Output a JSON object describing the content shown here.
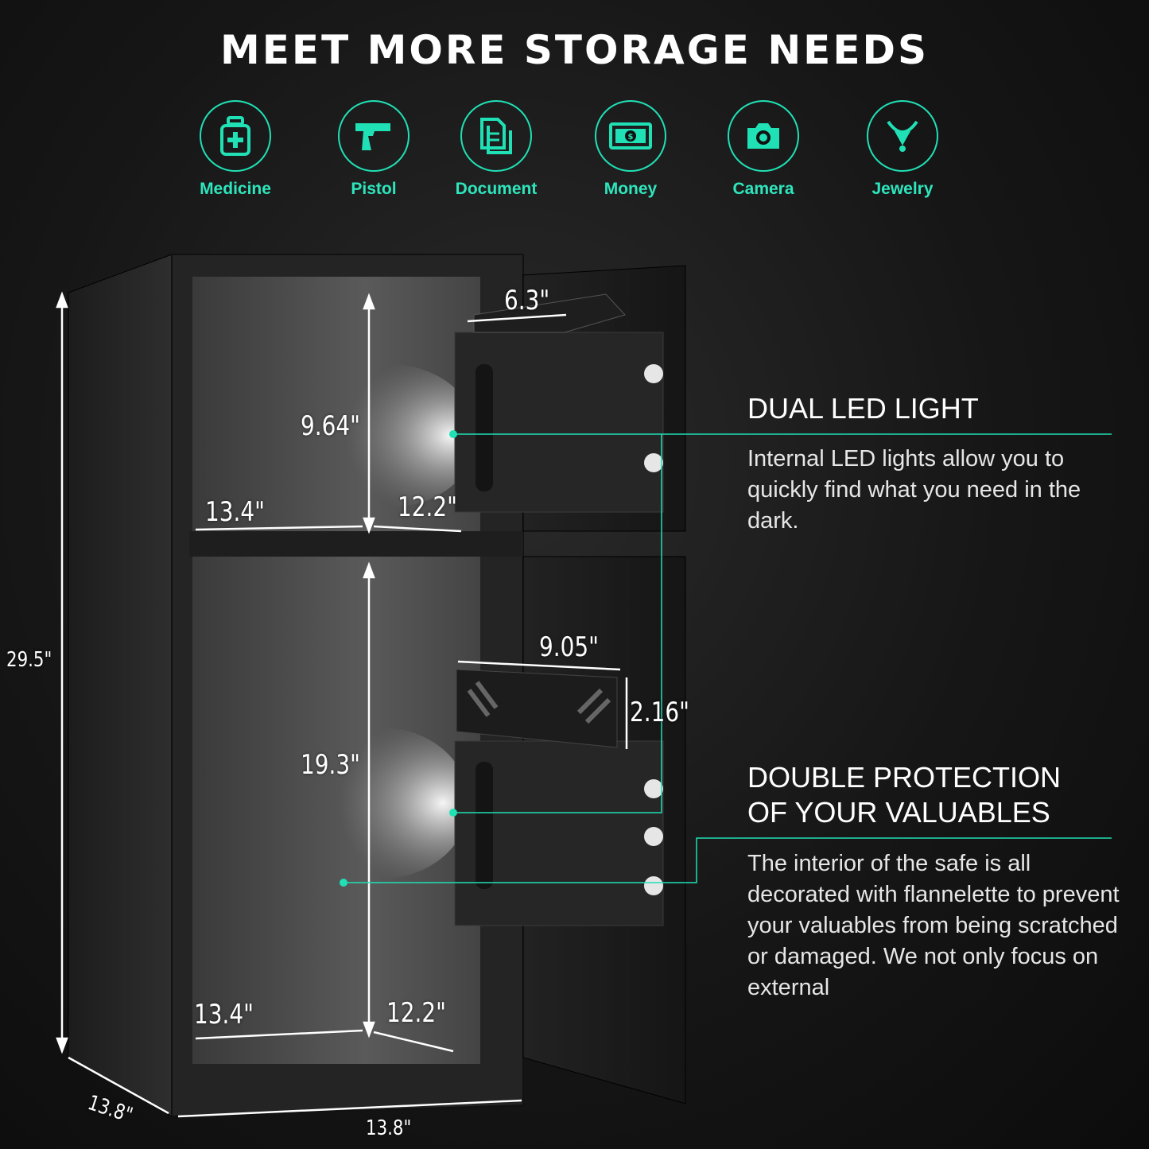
{
  "headline": "MEET MORE STORAGE NEEDS",
  "items": [
    {
      "label": "Medicine",
      "icon": "medicine-icon"
    },
    {
      "label": "Pistol",
      "icon": "pistol-icon"
    },
    {
      "label": "Document",
      "icon": "document-icon"
    },
    {
      "label": "Money",
      "icon": "money-icon"
    },
    {
      "label": "Camera",
      "icon": "camera-icon"
    },
    {
      "label": "Jewelry",
      "icon": "jewelry-icon"
    }
  ],
  "accent_color": "#20e0b5",
  "dimensions": {
    "height_total": "29.5\"",
    "depth_side": "13.8\"",
    "width_bottom": "13.8\"",
    "upper_height": "9.64\"",
    "upper_width": "13.4\"",
    "upper_depth": "12.2\"",
    "upper_tray": "6.3\"",
    "lower_height": "19.3\"",
    "lower_width": "13.4\"",
    "lower_depth": "12.2\"",
    "pocket_width": "9.05\"",
    "pocket_height": "2.16\""
  },
  "features": [
    {
      "title": "DUAL LED LIGHT",
      "description": "Internal LED lights allow you to quickly find what you need in the dark."
    },
    {
      "title_line1": "DOUBLE PROTECTION",
      "title_line2": "OF YOUR VALUABLES",
      "description": "The interior of the safe is all decorated with flannelette to prevent your valuables from being scratched or damaged. We not only focus on external"
    }
  ]
}
